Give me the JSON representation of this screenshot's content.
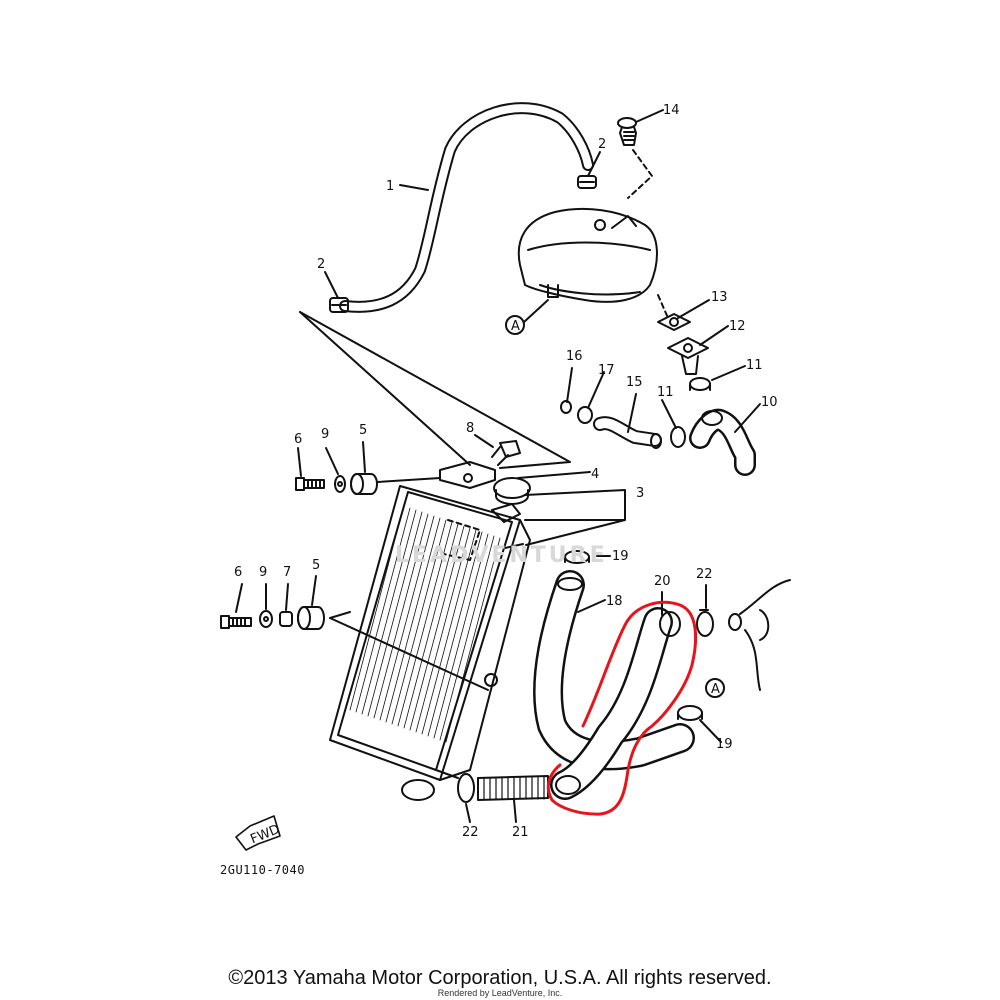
{
  "diagram": {
    "part_code": "2GU110-7040",
    "fwd_label": "FWD",
    "circle_marker": "A",
    "watermark": "LEADVENTURE",
    "highlight_color": "#e8141c",
    "line_color": "#111111",
    "callouts": [
      "1",
      "2",
      "2",
      "3",
      "4",
      "5",
      "5",
      "6",
      "6",
      "7",
      "8",
      "9",
      "9",
      "10",
      "11",
      "11",
      "12",
      "13",
      "14",
      "15",
      "16",
      "17",
      "18",
      "19",
      "19",
      "20",
      "21",
      "22",
      "22"
    ]
  },
  "footer": {
    "copyright": "©2013 Yamaha Motor Corporation, U.S.A. All rights reserved.",
    "rendered_by": "Rendered by LeadVenture, Inc."
  }
}
